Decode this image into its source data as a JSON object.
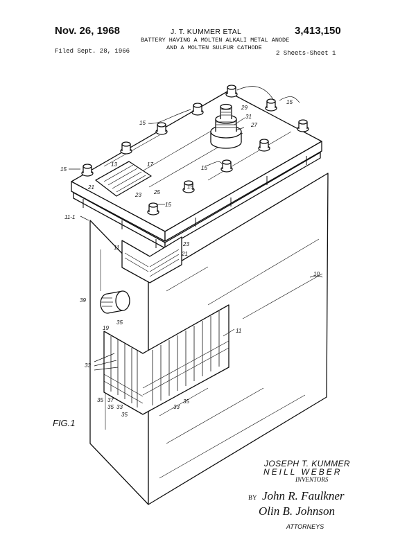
{
  "header": {
    "date": "Nov. 26, 1968",
    "inventors_head": "J. T. KUMMER ETAL",
    "patent_number": "3,413,150",
    "title_line1": "BATTERY HAVING A MOLTEN ALKALI METAL ANODE",
    "title_line2": "AND A MOLTEN SULFUR CATHODE",
    "filed": "Filed Sept. 28, 1966",
    "sheets": "2 Sheets-Sheet 1"
  },
  "figure": {
    "label": "FIG.1",
    "refs": [
      "15",
      "15",
      "15",
      "15",
      "15",
      "15",
      "13",
      "17",
      "21",
      "23",
      "25",
      "29",
      "31",
      "27",
      "11-1",
      "11",
      "23",
      "21",
      "10",
      "39",
      "19",
      "35",
      "11",
      "33",
      "35",
      "37",
      "35",
      "33",
      "35",
      "33",
      "35"
    ]
  },
  "inventors": {
    "name1": "JOSEPH T. KUMMER",
    "name2": "NEILL WEBER",
    "label": "INVENTORS"
  },
  "signature": {
    "by": "BY",
    "sig1": "John R. Faulkner",
    "sig2": "Olin B. Johnson",
    "label": "ATTORNEYS"
  }
}
